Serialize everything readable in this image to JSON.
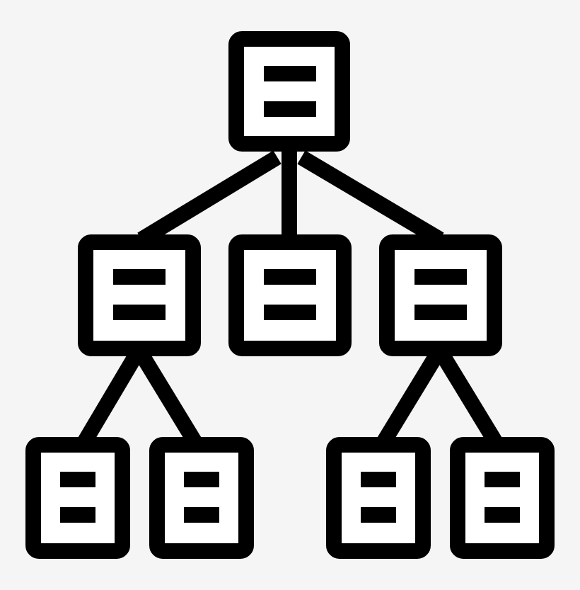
{
  "icon": {
    "name": "hierarchy-icon",
    "stroke_color": "#000000",
    "fill_color": "#ffffff",
    "background_color": "#f5f5f5"
  },
  "hierarchy": {
    "root": "node-root",
    "levels": [
      [
        "node-root"
      ],
      [
        "node-left",
        "node-center",
        "node-right"
      ],
      [
        "node-left-a",
        "node-left-b",
        "node-right-a",
        "node-right-b"
      ]
    ],
    "edges": [
      [
        "node-root",
        "node-left"
      ],
      [
        "node-root",
        "node-center"
      ],
      [
        "node-root",
        "node-right"
      ],
      [
        "node-left",
        "node-left-a"
      ],
      [
        "node-left",
        "node-left-b"
      ],
      [
        "node-right",
        "node-right-a"
      ],
      [
        "node-right",
        "node-right-b"
      ]
    ]
  }
}
